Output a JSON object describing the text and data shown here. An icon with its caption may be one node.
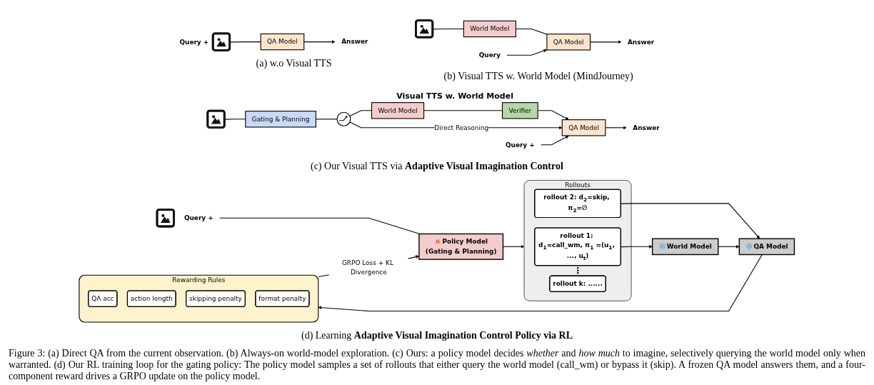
{
  "diagram": {
    "caption": "Figure 3: (a) Direct QA from the current observation. (b) Always-on world-model exploration. (c) Ours: a policy model decides *whether* and *how much* to imagine, selectively querying the world model only when warranted. (d) Our RL training loop for the gating policy: The policy model samples a set of rollouts that either query the world model (call_wm) or bypass it (skip). A frozen QA model answers them, and a four-component reward drives a GRPO update on the policy model.",
    "nodes": [
      {
        "text": [],
        "shape": "picture",
        "beside": [
          "Query +"
        ]
      },
      {
        "text": [
          "QA Model"
        ]
      },
      {
        "text": [
          "Answer"
        ]
      },
      {
        "text": [],
        "shape": "picture"
      },
      {
        "text": [
          "World Model"
        ]
      },
      {
        "text": [
          "QA Model"
        ]
      },
      {
        "text": [
          "Answer"
        ]
      },
      {
        "text": [
          "Query"
        ]
      },
      {
        "text": [
          "Query +"
        ]
      },
      {
        "text": [],
        "shape": "picture"
      },
      {
        "text": [
          "Gating & Planning"
        ]
      },
      {
        "text": [],
        "shape": "circle"
      },
      {
        "text": [
          "World Model"
        ]
      },
      {
        "text": [
          "Verifier"
        ]
      },
      {
        "text": [
          "QA Model"
        ]
      },
      {
        "text": [
          "Answer"
        ]
      },
      {
        "text": [
          "Query +"
        ]
      },
      {
        "text": [],
        "shape": "picture"
      },
      {
        "text": [
          "Policy Model",
          "(Gating & Planning)"
        ]
      },
      {
        "text": [
          "Rollouts"
        ]
      },
      {
        "text": [
          "rollout 1: d$_{1}$=call_wm, π$_{1}$ =(u$_{1}$, ..., u$_{t}$)"
        ],
        "in": 19
      },
      {
        "text": [
          "rollout 2: d$_{2}$=skip, π$_{2}$=∅"
        ],
        "in": 19
      },
      {
        "text": [
          "rollout k: ......"
        ],
        "in": 19
      },
      {
        "text": [
          "World Model"
        ]
      },
      {
        "text": [
          "QA Model"
        ]
      },
      {
        "text": [
          "Rewarding Rules"
        ]
      },
      {
        "text": [
          "QA acc"
        ],
        "in": 25
      },
      {
        "text": [
          "action length"
        ],
        "in": 25
      },
      {
        "text": [
          "skipping penalty"
        ],
        "in": 25
      },
      {
        "text": [
          "format penalty"
        ],
        "in": 25
      }
    ],
    "edges": [
      {
        "from": 0,
        "to": 1,
        "arrow": "none"
      },
      {
        "from": 1,
        "to": 2,
        "arrow": "to"
      },
      {
        "from": 3,
        "to": 4,
        "arrow": "none"
      },
      {
        "from": 4,
        "to": 5,
        "arrow": "none"
      },
      {
        "from": 5,
        "to": 6,
        "arrow": "to"
      },
      {
        "from": 7,
        "to": 5,
        "arrow": "to"
      },
      {
        "from": 9,
        "to": 10,
        "arrow": "none"
      },
      {
        "from": 10,
        "to": 11,
        "arrow": "none"
      },
      {
        "from": 11,
        "to": 12,
        "arrow": "none"
      },
      {
        "from": 12,
        "to": 13,
        "arrow": "none"
      },
      {
        "from": 13,
        "to": 14,
        "arrow": "to"
      },
      {
        "from": 11,
        "to": 14,
        "arrow": "to",
        "label": "Direct Reasoning"
      },
      {
        "from": 8,
        "to": 14,
        "arrow": "to"
      },
      {
        "from": 14,
        "to": 15,
        "arrow": "to"
      },
      {
        "from": 16,
        "to": 18,
        "arrow": "none"
      },
      {
        "from": 18,
        "to": 19,
        "arrow": "to"
      },
      {
        "from": 20,
        "to": 23,
        "arrow": "to"
      },
      {
        "from": 21,
        "to": 24,
        "arrow": "to"
      },
      {
        "from": 23,
        "to": 24,
        "arrow": "to"
      },
      {
        "from": 24,
        "to": 25,
        "arrow": "to"
      },
      {
        "from": 25,
        "to": 18,
        "arrow": "to",
        "label": "GRPO Loss + KL Divergence"
      }
    ],
    "labels": [
      "(a) w.o Visual TTS",
      "(b) Visual TTS w. World Model (MindJourney)",
      "Visual TTS w. World Model",
      "(c) Our Visual TTS via **Adaptive Visual Imagination Control**",
      "⋮",
      "(d) Learning **Adaptive Visual Imagination Control Policy via RL**"
    ]
  }
}
